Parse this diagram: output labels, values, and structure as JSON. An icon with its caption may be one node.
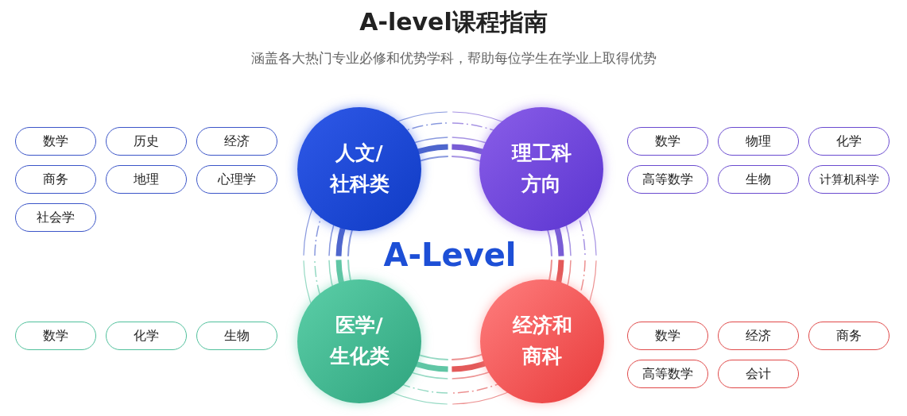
{
  "diagram": {
    "title": "A-level课程指南",
    "caption": "涵盖各大热门专业必修和优势学科，帮助每位学生在学业上取得优势",
    "nodes": [
      {
        "text": [
          "人文/社科类"
        ]
      },
      {
        "text": [
          "理工科方向"
        ]
      },
      {
        "text": [
          "医学/生化类"
        ]
      },
      {
        "text": [
          "经济和商科"
        ]
      },
      {
        "text": [
          "数学"
        ]
      },
      {
        "text": [
          "历史"
        ]
      },
      {
        "text": [
          "经济"
        ]
      },
      {
        "text": [
          "商务"
        ]
      },
      {
        "text": [
          "地理"
        ]
      },
      {
        "text": [
          "心理学"
        ]
      },
      {
        "text": [
          "社会学"
        ]
      },
      {
        "text": [
          "数学"
        ]
      },
      {
        "text": [
          "物理"
        ]
      },
      {
        "text": [
          "化学"
        ]
      },
      {
        "text": [
          "高等数学"
        ]
      },
      {
        "text": [
          "生物"
        ]
      },
      {
        "text": [
          "计算机科学"
        ]
      },
      {
        "text": [
          "数学"
        ]
      },
      {
        "text": [
          "化学"
        ]
      },
      {
        "text": [
          "生物"
        ]
      },
      {
        "text": [
          "数学"
        ]
      },
      {
        "text": [
          "经济"
        ]
      },
      {
        "text": [
          "商务"
        ]
      },
      {
        "text": [
          "高等数学"
        ]
      },
      {
        "text": [
          "会计"
        ]
      }
    ],
    "labels": [
      "A-Level"
    ]
  }
}
